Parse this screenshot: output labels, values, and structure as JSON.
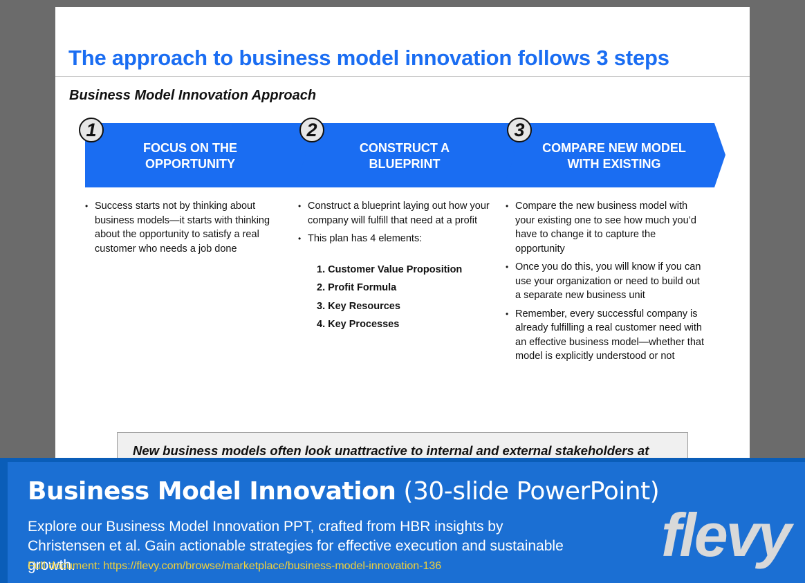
{
  "slide": {
    "title": "The approach to business model innovation follows 3 steps",
    "subtitle": "Business Model Innovation Approach",
    "steps": [
      {
        "number": "1",
        "label": "FOCUS ON THE\nOPPORTUNITY",
        "bullets": [
          "Success starts not by thinking about business models—it starts with thinking about the opportunity to satisfy a real customer who needs a job done"
        ]
      },
      {
        "number": "2",
        "label": "CONSTRUCT A\nBLUEPRINT",
        "bullets": [
          "Construct a blueprint laying out how your company will fulfill that need at a profit",
          "This plan has 4 elements:"
        ],
        "elements": [
          "1. Customer Value Proposition",
          "2. Profit Formula",
          "3. Key Resources",
          "4. Key Processes"
        ]
      },
      {
        "number": "3",
        "label": "COMPARE NEW MODEL\nWITH EXISTING",
        "bullets": [
          "Compare the new business model with your existing one to see how much you’d have to change it to capture the opportunity",
          "Once you do this, you will know if you can use your organization or need to build out a separate new business unit",
          "Remember, every successful company is already fulfilling a real customer need with an effective business model—whether that model is explicitly understood or not"
        ]
      }
    ],
    "callout": "New business models often look unattractive to internal and external stakeholders at"
  },
  "banner": {
    "title_bold": "Business Model Innovation",
    "title_light": "(30-slide PowerPoint)",
    "description": "Explore our Business Model Innovation PPT, crafted from HBR insights by Christensen et al. Gain actionable strategies for effective execution and sustainable growth.",
    "link": "Full document: https://flevy.com/browse/marketplace/business-model-innovation-136",
    "logo": "flevy"
  },
  "colors": {
    "accent": "#1a6df2",
    "banner": "#1b6fd3",
    "link": "#f2d13a"
  }
}
